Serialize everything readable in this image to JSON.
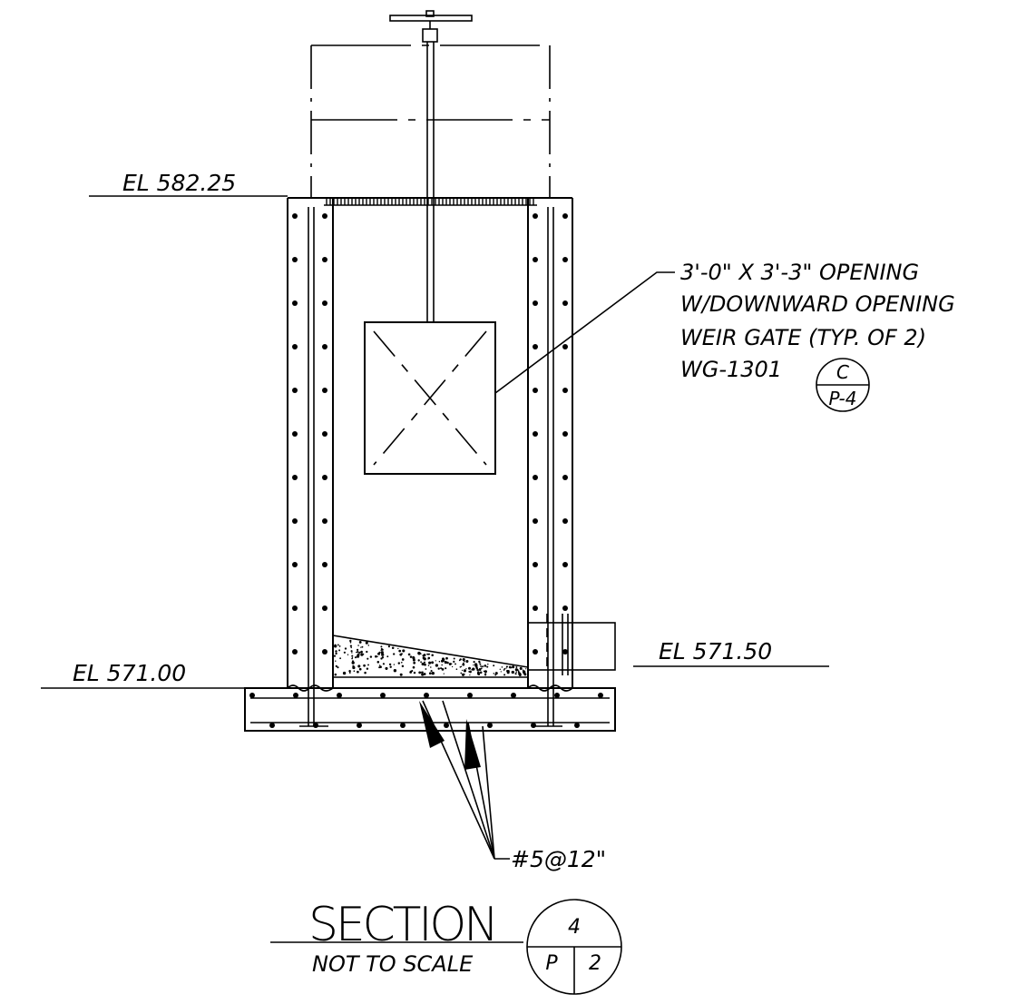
{
  "elevations": {
    "top": "EL 582.25",
    "bottom_left": "EL 571.00",
    "right": "EL 571.50"
  },
  "gate_callout": {
    "line1": "3'-0\" X 3'-3\" OPENING",
    "line2": "W/DOWNWARD OPENING",
    "line3": "WEIR GATE (TYP. OF 2)",
    "line4": "WG-1301",
    "ref_top": "C",
    "ref_bottom": "P-4"
  },
  "rebar_callout": "#5@12\"",
  "title": {
    "main": "SECTION",
    "sub": "NOT TO SCALE",
    "ref_number": "4",
    "ref_sheet_letter": "P",
    "ref_sheet_number": "2"
  }
}
